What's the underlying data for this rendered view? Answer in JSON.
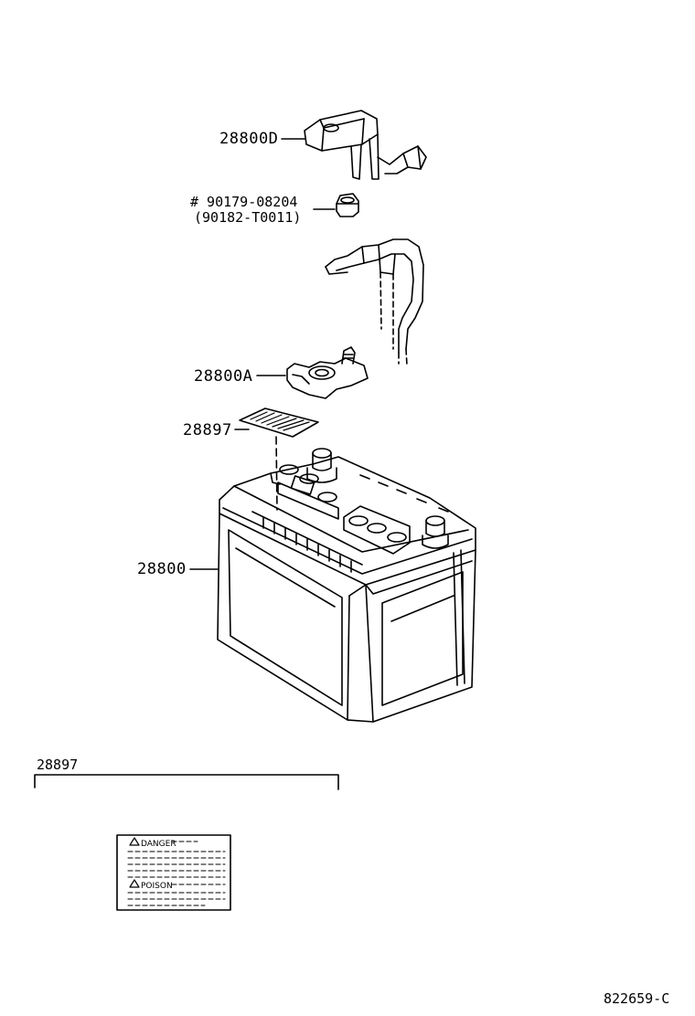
{
  "callouts": {
    "cover": "28800D",
    "nut_main": "# 90179-08204",
    "nut_alt": "(90182-T0011)",
    "terminal": "28800A",
    "label_part": "28897",
    "battery": "28800"
  },
  "detail": {
    "part_number": "28897",
    "warning_1": "DANGER",
    "warning_2": "POISON"
  },
  "figure_id": "822659-C"
}
